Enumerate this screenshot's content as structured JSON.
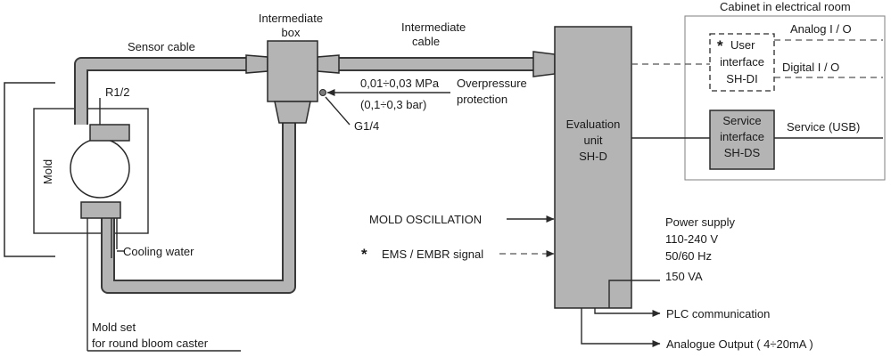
{
  "labels": {
    "sensor_cable": "Sensor cable",
    "intermediate_box_1": "Intermediate",
    "intermediate_box_2": "box",
    "intermediate_cable_1": "Intermediate",
    "intermediate_cable_2": "cable",
    "cabinet_title": "Cabinet in electrical room",
    "user_interface_1": "User",
    "user_interface_2": "interface",
    "user_interface_3": "SH-DI",
    "asterisk": "*",
    "analog_io": "Analog  I / O",
    "digital_io": "Digital   I / O",
    "service_interface_1": "Service",
    "service_interface_2": "interface",
    "service_interface_3": "SH-DS",
    "service_usb": "Service (USB)",
    "evaluation_1": "Evaluation",
    "evaluation_2": "unit",
    "evaluation_3": "SH-D",
    "r12": "R1/2",
    "mold": "Mold",
    "pressure_1": "0,01÷0,03 MPa",
    "pressure_2": "(0,1÷0,3 bar)",
    "overpressure_1": "Overpressure",
    "overpressure_2": "protection",
    "g14": "G1/4",
    "mold_oscillation": "MOLD OSCILLATION",
    "ems_signal": "EMS / EMBR signal",
    "cooling_water": "Cooling water",
    "power_supply_1": "Power supply",
    "power_supply_2": "110-240 V",
    "power_supply_3": "50/60 Hz",
    "power_supply_4": "150 VA",
    "plc_communication": "PLC communication",
    "analogue_output": "Analogue Output  ( 4÷20mA )",
    "mold_set_1": "Mold set",
    "mold_set_2": "for round bloom caster"
  },
  "colors": {
    "unit_fill": "#b4b4b4",
    "outline": "#2a2a2a"
  }
}
